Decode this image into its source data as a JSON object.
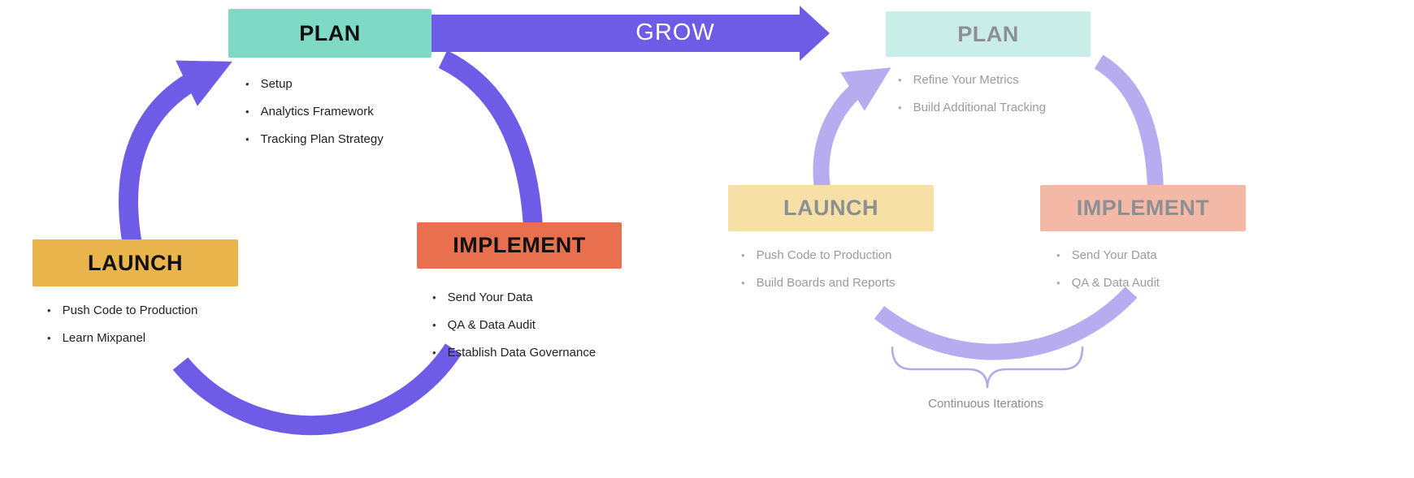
{
  "colors": {
    "cycle_arrow": "#6e5be6",
    "cycle_arrow_faded": "#b6acef",
    "plan_box": "#7edac4",
    "implement_box": "#e8704f",
    "launch_box": "#e9b54c",
    "plan_box_faded": "#c9eee7",
    "implement_box_faded": "#f4b8a6",
    "launch_box_faded": "#f6e0a5"
  },
  "grow_arrow": {
    "label": "GROW"
  },
  "left_cycle": {
    "plan": {
      "label": "PLAN",
      "items": [
        "Setup",
        "Analytics Framework",
        "Tracking Plan Strategy"
      ]
    },
    "implement": {
      "label": "IMPLEMENT",
      "items": [
        "Send Your Data",
        "QA & Data Audit",
        "Establish Data Governance"
      ]
    },
    "launch": {
      "label": "LAUNCH",
      "items": [
        "Push Code to Production",
        "Learn Mixpanel"
      ]
    }
  },
  "right_cycle": {
    "plan": {
      "label": "PLAN",
      "items": [
        "Refine Your Metrics",
        "Build Additional Tracking"
      ]
    },
    "implement": {
      "label": "IMPLEMENT",
      "items": [
        "Send Your Data",
        "QA & Data Audit"
      ]
    },
    "launch": {
      "label": "LAUNCH",
      "items": [
        "Push Code to Production",
        "Build Boards and Reports"
      ]
    }
  },
  "caption": {
    "continuous_iterations": "Continuous Iterations"
  }
}
